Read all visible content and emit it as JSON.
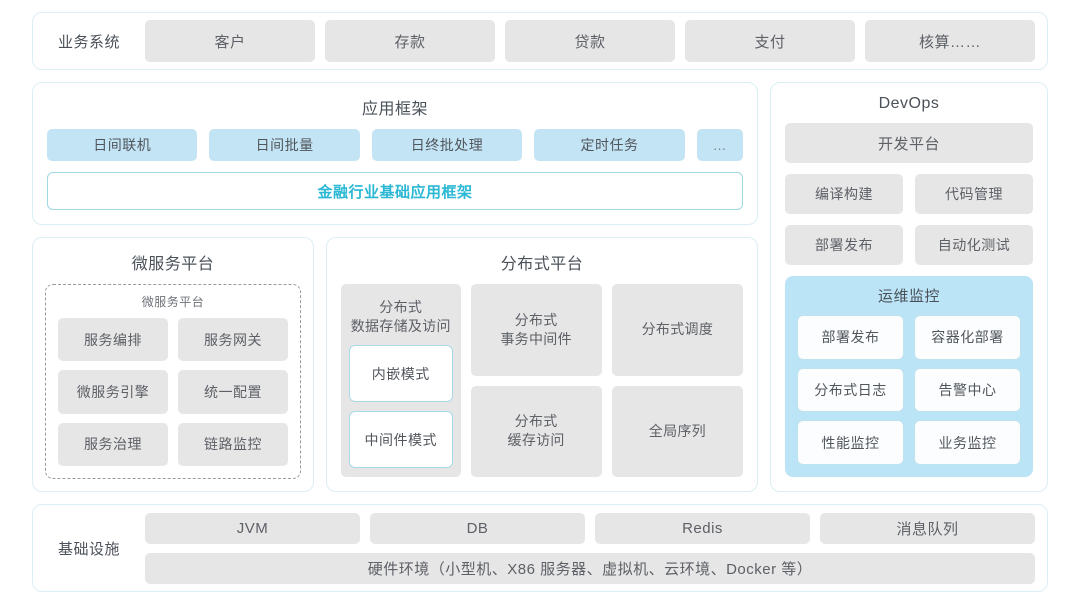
{
  "colors": {
    "panel_border": "#dbeef4",
    "chip_gray": "#e6e6e6",
    "chip_blue": "#c3e4f4",
    "accent_cyan": "#2bb8d4",
    "ops_panel": "#bbe4f6",
    "text": "#5d6066",
    "page_background": "#ffffff"
  },
  "business_row": {
    "label": "业务系统",
    "items": [
      {
        "label": "客户"
      },
      {
        "label": "存款"
      },
      {
        "label": "贷款"
      },
      {
        "label": "支付"
      },
      {
        "label": "核算……"
      }
    ]
  },
  "app_framework": {
    "title": "应用框架",
    "chips": [
      {
        "label": "日间联机"
      },
      {
        "label": "日间批量"
      },
      {
        "label": "日终批处理"
      },
      {
        "label": "定时任务"
      },
      {
        "label": "..."
      }
    ],
    "banner": "金融行业基础应用框架"
  },
  "microservice_platform": {
    "title": "微服务平台",
    "inner_title": "微服务平台",
    "items": [
      {
        "label": "服务编排"
      },
      {
        "label": "服务网关"
      },
      {
        "label": "微服务引擎"
      },
      {
        "label": "统一配置"
      },
      {
        "label": "服务治理"
      },
      {
        "label": "链路监控"
      }
    ]
  },
  "distributed_platform": {
    "title": "分布式平台",
    "storage_column": {
      "title_line1": "分布式",
      "title_line2": "数据存储及访问",
      "modes": [
        {
          "label": "内嵌模式"
        },
        {
          "label": "中间件模式"
        }
      ]
    },
    "cells": [
      {
        "line1": "分布式",
        "line2": "事务中间件"
      },
      {
        "line1": "分布式调度",
        "line2": ""
      },
      {
        "line1": "分布式",
        "line2": "缓存访问"
      },
      {
        "line1": "全局序列",
        "line2": ""
      }
    ]
  },
  "devops": {
    "title": "DevOps",
    "platform": "开发平台",
    "items": [
      {
        "label": "编译构建"
      },
      {
        "label": "代码管理"
      },
      {
        "label": "部署发布"
      },
      {
        "label": "自动化测试"
      }
    ],
    "ops_monitor": {
      "title": "运维监控",
      "items": [
        {
          "label": "部署发布"
        },
        {
          "label": "容器化部署"
        },
        {
          "label": "分布式日志"
        },
        {
          "label": "告警中心"
        },
        {
          "label": "性能监控"
        },
        {
          "label": "业务监控"
        }
      ]
    }
  },
  "infrastructure": {
    "label": "基础设施",
    "items": [
      {
        "label": "JVM"
      },
      {
        "label": "DB"
      },
      {
        "label": "Redis"
      },
      {
        "label": "消息队列"
      }
    ],
    "hardware": "硬件环境（小型机、X86 服务器、虚拟机、云环境、Docker 等）"
  }
}
